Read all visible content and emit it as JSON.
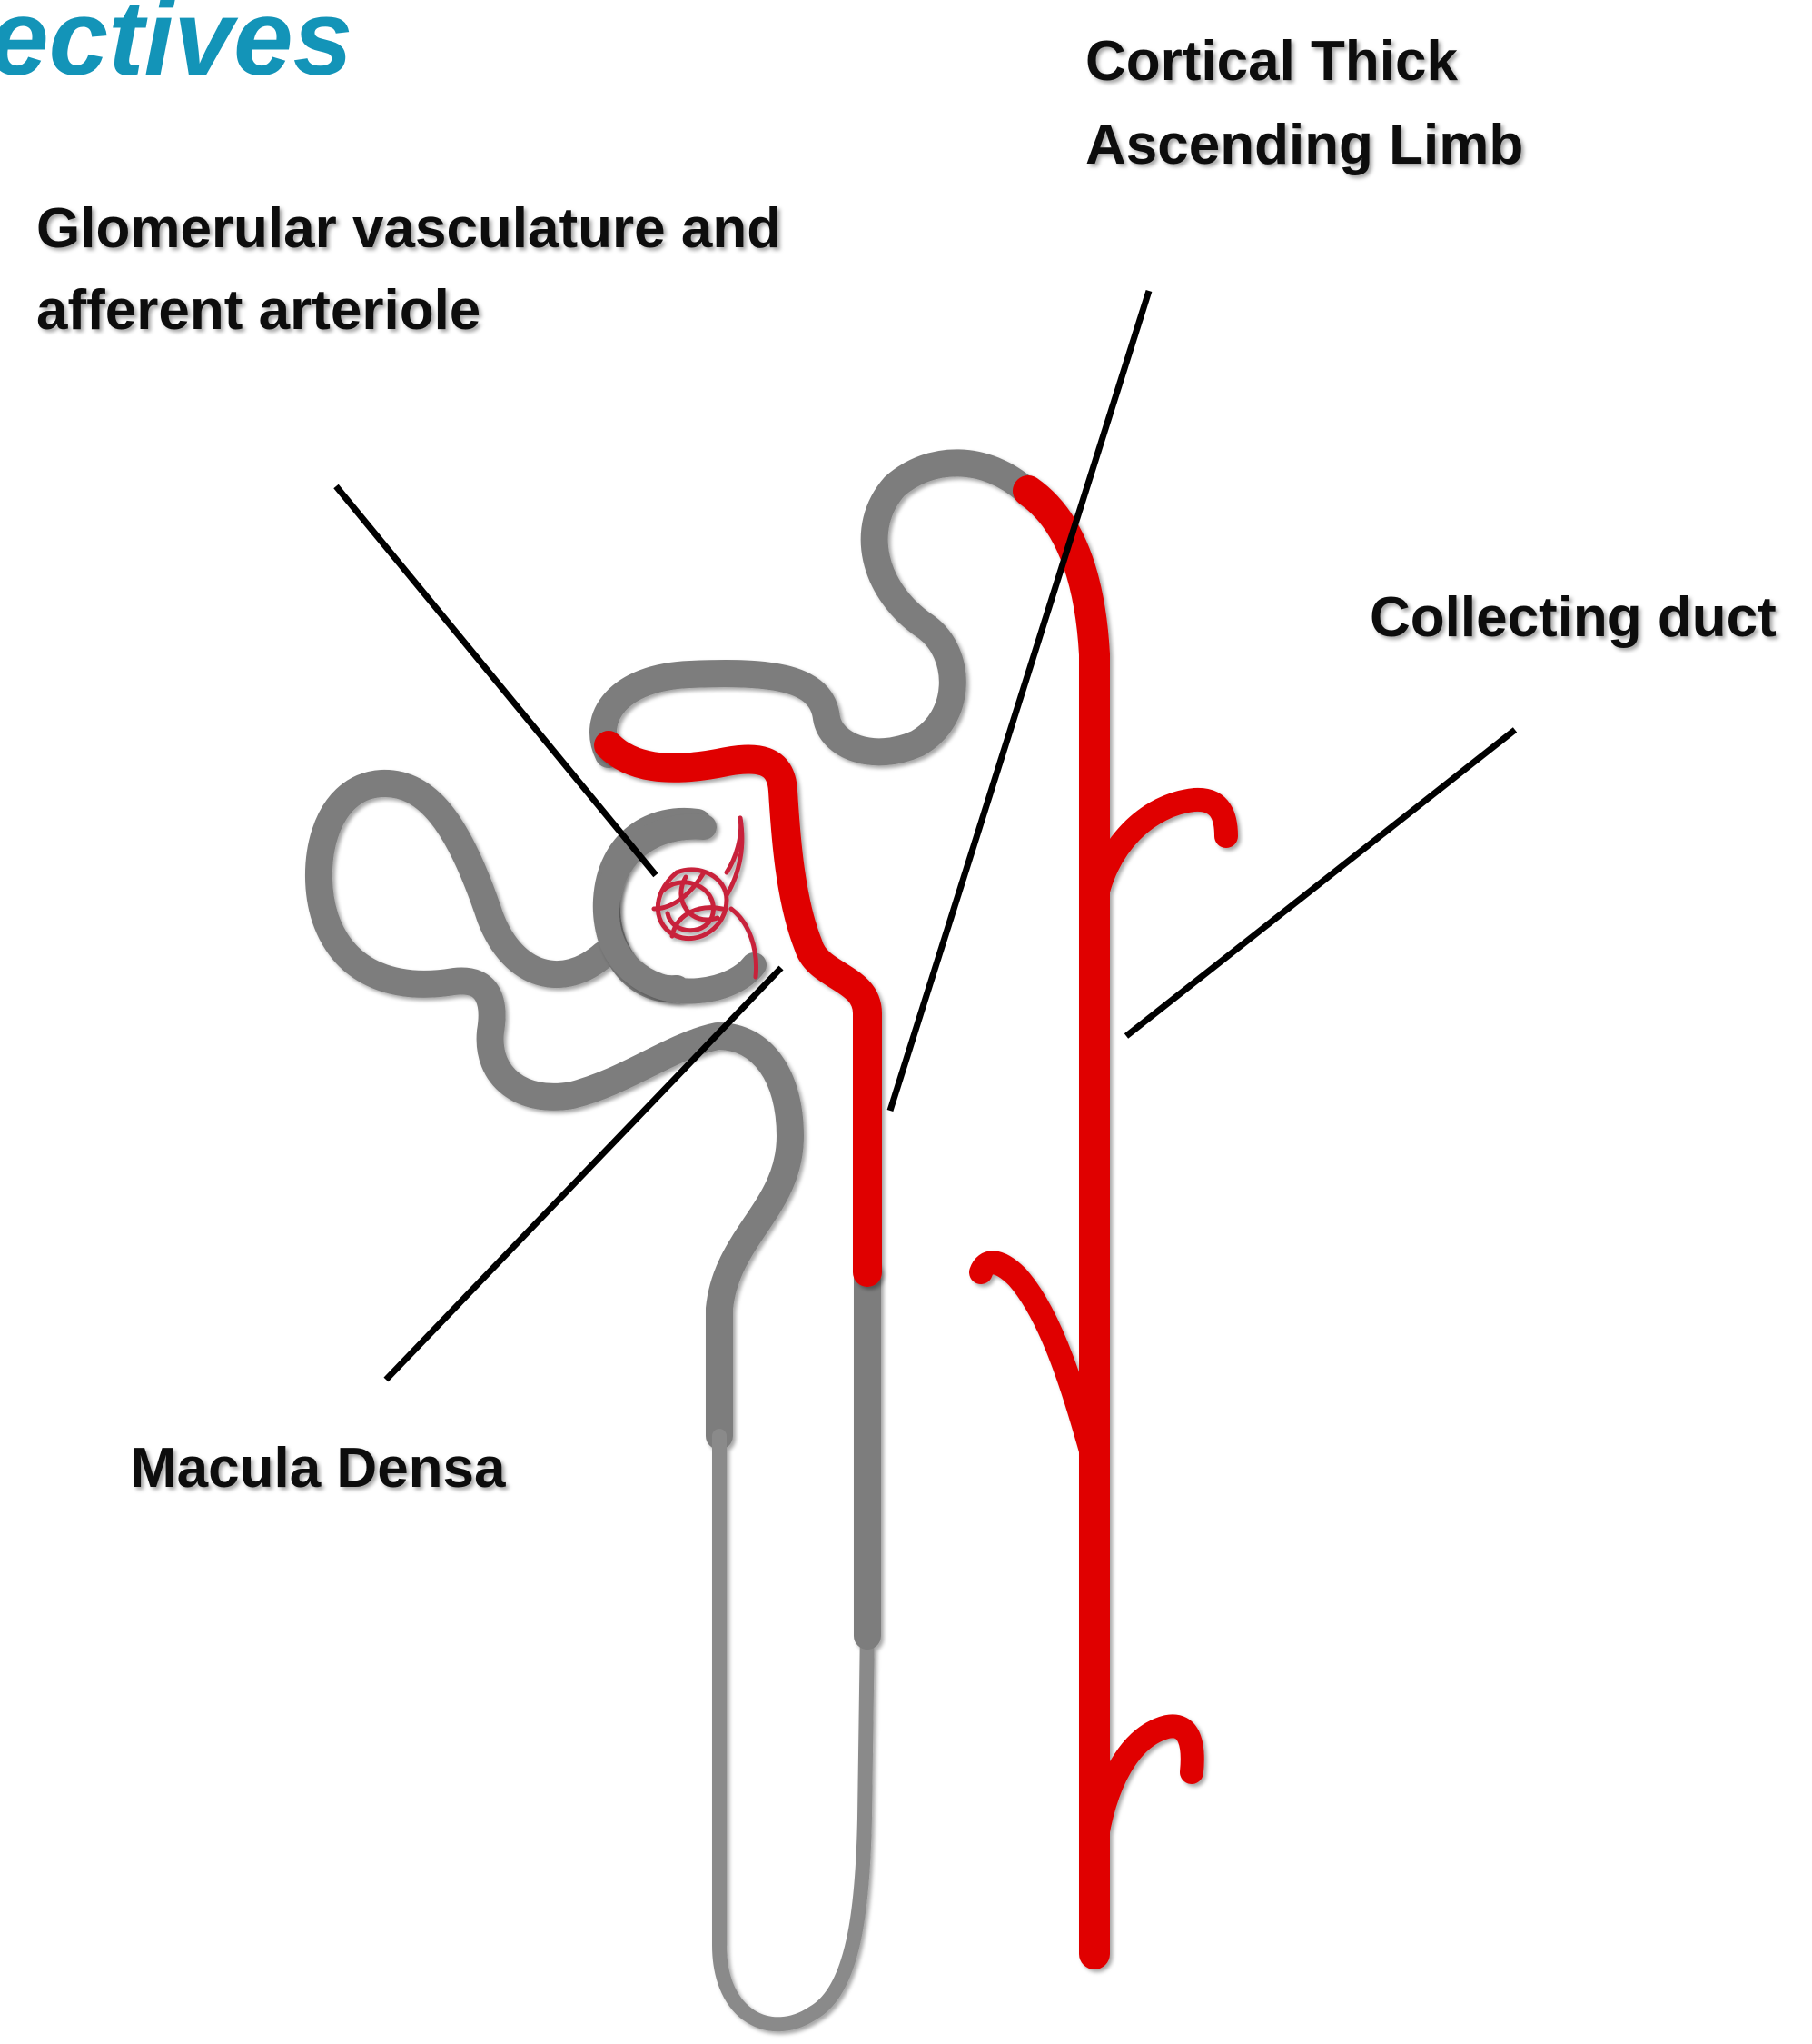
{
  "slide": {
    "title_fragment": "ectives",
    "title_color": "#1394b8"
  },
  "labels": {
    "cortical_thick_ascending_limb": [
      "Cortical Thick",
      "Ascending Limb"
    ],
    "glomerular_vasculature": [
      "Glomerular vasculature and",
      "afferent arteriole"
    ],
    "collecting_duct": "Collecting duct",
    "macula_densa": "Macula Densa"
  },
  "colors": {
    "highlight_segment": "#e00000",
    "tubule": "#8c8c8c",
    "glomerulus": "#c8203a",
    "leader_line": "#000000",
    "label_text": "#111111"
  }
}
